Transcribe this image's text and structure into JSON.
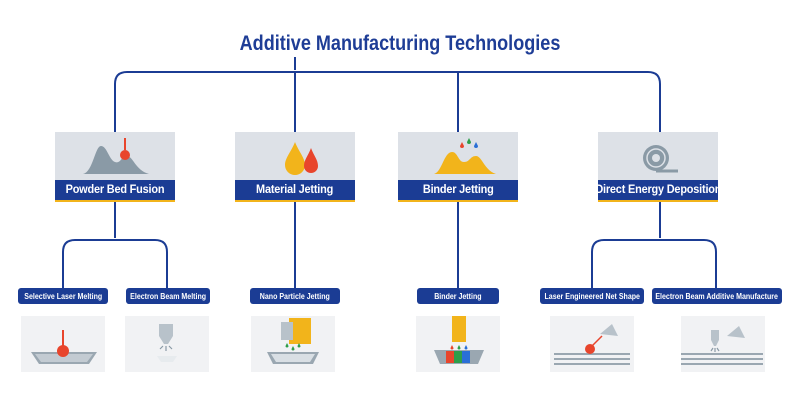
{
  "title": "Additive Manufacturing Technologies",
  "categories": [
    {
      "label": "Powder Bed Fusion",
      "icon": "powder-mound-icon"
    },
    {
      "label": "Material Jetting",
      "icon": "droplets-icon"
    },
    {
      "label": "Binder Jetting",
      "icon": "binder-mound-icon"
    },
    {
      "label": "Direct Energy Deposition",
      "icon": "wire-spool-icon"
    }
  ],
  "processes": [
    {
      "label": "Selective Laser Melting",
      "icon": "laser-melting-icon"
    },
    {
      "label": "Electron Beam Melting",
      "icon": "electron-beam-icon"
    },
    {
      "label": "Nano Particle Jetting",
      "icon": "nano-jetting-icon"
    },
    {
      "label": "Binder Jetting",
      "icon": "binder-jetting-icon"
    },
    {
      "label": "Laser Engineered Net Shape",
      "icon": "lens-icon"
    },
    {
      "label": "Electron Beam Additive Manufacture",
      "icon": "ebam-icon"
    }
  ],
  "colors": {
    "navy": "#1b3c94",
    "title_blue": "#1e3d96",
    "accent_yellow": "#f2b41b",
    "accent_red": "#e8452c",
    "card_grey": "#dde1e7",
    "icon_grey": "#8a9aa6"
  }
}
